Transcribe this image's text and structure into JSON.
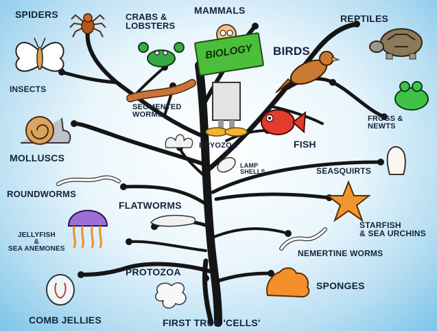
{
  "labels": {
    "mammals": "MAMMALS",
    "spiders": "SPIDERS",
    "crabs_lobsters": "CRABS &\nLOBSTERS",
    "reptiles": "REPTILES",
    "birds": "BIRDS",
    "insects": "INSECTS",
    "segmented_worms": "SEGMENTED\nWORMS",
    "frogs_newts": "FROGS &\nNEWTS",
    "molluscs": "MOLLUSCS",
    "bryozoa": "BRYOZOA",
    "fish": "FISH",
    "lamp_shells": "LAMP\nSHELLS",
    "seasquirts": "SEASQUIRTS",
    "roundworms": "ROUNDWORMS",
    "flatworms": "FLATWORMS",
    "starfish": "STARFISH\n& SEA URCHINS",
    "jellyfish": "JELLYFISH\n&\nSEA ANEMONES",
    "nemertine_worms": "NEMERTINE WORMS",
    "protozoa": "PROTOZOA",
    "sponges": "SPONGES",
    "comb_jellies": "COMB JELLIES",
    "first_cells": "FIRST TRUE 'CELLS'"
  },
  "book_text": "BIOLOGY",
  "colors": {
    "background_center": "#ffffff",
    "background_edge": "#7cc4ea",
    "tree": "#151515",
    "label_text": "#14233a",
    "book_green": "#4bbf3a"
  },
  "icons": [
    "spider-icon",
    "crab-icon",
    "scientist-icon",
    "tortoise-icon",
    "bird-icon",
    "butterfly-icon",
    "worm-icon",
    "frog-icon",
    "snail-icon",
    "bryozoa-icon",
    "fish-icon",
    "lampshell-icon",
    "seasquirt-icon",
    "roundworm-icon",
    "flatworm-icon",
    "starfish-icon",
    "jellyfish-icon",
    "nemertine-icon",
    "amoeba-icon",
    "sponge-icon",
    "combjelly-icon"
  ]
}
